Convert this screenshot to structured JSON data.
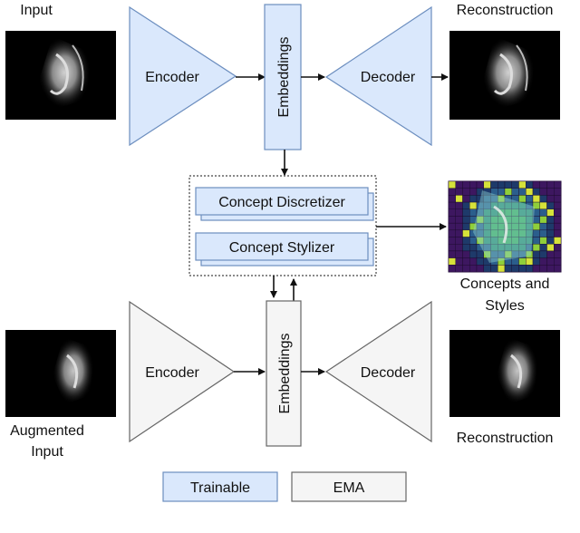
{
  "top": {
    "input_label": "Input",
    "encoder_label": "Encoder",
    "embeddings_label": "Embeddings",
    "decoder_label": "Decoder",
    "reconstruction_label": "Reconstruction"
  },
  "middle": {
    "concept_discretizer_label": "Concept Discretizer",
    "concept_stylizer_label": "Concept Stylizer",
    "concepts_styles_label_line1": "Concepts and",
    "concepts_styles_label_line2": "Styles"
  },
  "bottom": {
    "input_label_line1": "Augmented",
    "input_label_line2": "Input",
    "encoder_label": "Encoder",
    "embeddings_label": "Embeddings",
    "decoder_label": "Decoder",
    "reconstruction_label": "Reconstruction"
  },
  "legend": {
    "trainable_label": "Trainable",
    "ema_label": "EMA"
  },
  "colors": {
    "trainable_fill": "#dae8fc",
    "trainable_stroke": "#6c8ebf",
    "ema_fill": "#f5f5f5",
    "ema_stroke": "#666666"
  }
}
